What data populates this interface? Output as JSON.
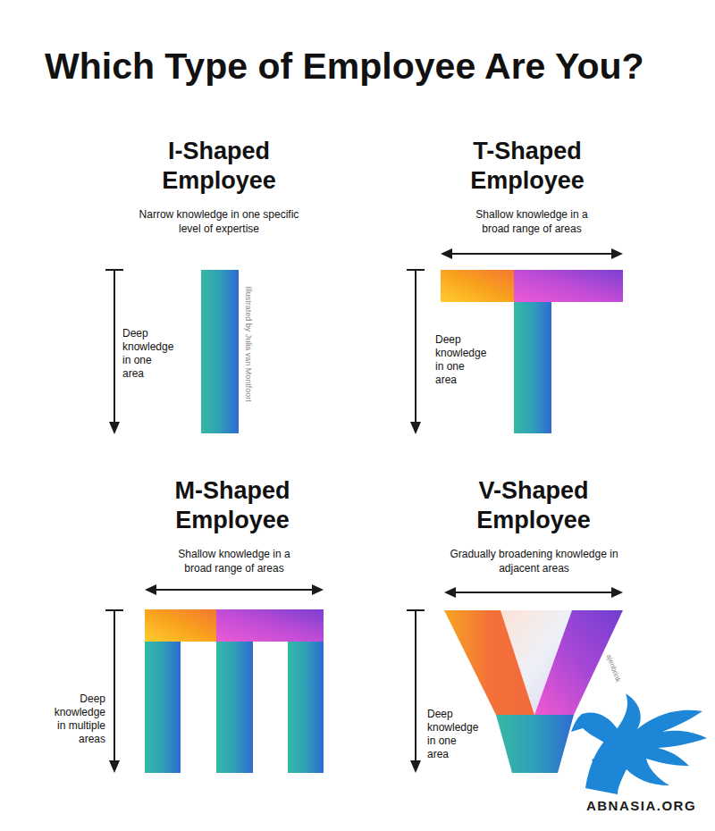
{
  "diagram": {
    "title": "Which Type of Employee Are You?",
    "labels": [
      "I-Shaped Employee",
      "Narrow knowledge in one specific level of expertise",
      "Deep knowledge in one area",
      "Illustrated by Julia van Montfoort",
      "T-Shaped Employee",
      "Shallow knowledge in a broad range of areas",
      "Deep knowledge in one area",
      "M-Shaped Employee",
      "Shallow knowledge in a broad range of areas",
      "Deep knowledge in multiple areas",
      "V-Shaped Employee",
      "Gradually broadening knowledge in adjacent areas",
      "Deep knowledge in one area",
      "ajenbrink",
      "ABNASIA.ORG"
    ]
  }
}
